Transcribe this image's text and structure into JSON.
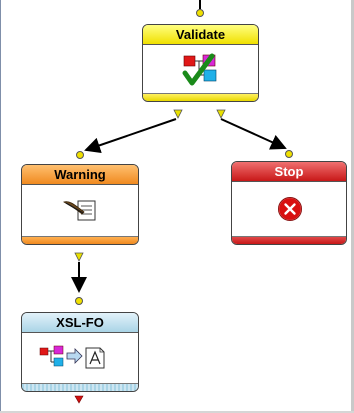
{
  "nodes": {
    "validate": {
      "label": "Validate",
      "icon": "validate-check-icon"
    },
    "warning": {
      "label": "Warning",
      "icon": "warning-quill-icon"
    },
    "stop": {
      "label": "Stop",
      "icon": "stop-x-icon"
    },
    "xslfo": {
      "label": "XSL-FO",
      "icon": "xslfo-transform-icon"
    }
  },
  "colors": {
    "validate": "#f0e000",
    "warning": "#f08a20",
    "stop": "#c81818",
    "xslfo": "#a9d4e6",
    "connector_dot": "#f0e000",
    "connector_out": "#e0e000",
    "final_out": "#d01010"
  }
}
